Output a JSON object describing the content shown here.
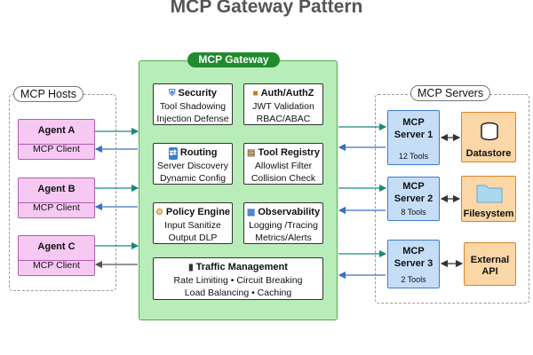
{
  "title": "MCP Gateway Pattern",
  "hosts": {
    "label": "MCP Hosts",
    "agents": [
      {
        "name": "Agent A",
        "client": "MCP Client"
      },
      {
        "name": "Agent B",
        "client": "MCP Client"
      },
      {
        "name": "Agent C",
        "client": "MCP Client"
      }
    ]
  },
  "gateway": {
    "label": "MCP Gateway",
    "cards": {
      "security": {
        "title": "Security",
        "icon": "shield-icon",
        "lines": [
          "Tool Shadowing",
          "Injection Defense"
        ]
      },
      "auth": {
        "title": "Auth/AuthZ",
        "icon": "lock-icon",
        "lines": [
          "JWT Validation",
          "RBAC/ABAC"
        ]
      },
      "routing": {
        "title": "Routing",
        "icon": "routing-icon",
        "lines": [
          "Server Discovery",
          "Dynamic Config"
        ]
      },
      "registry": {
        "title": "Tool Registry",
        "icon": "clipboard-icon",
        "lines": [
          "Allowlist Filter",
          "Collision Check"
        ]
      },
      "policy": {
        "title": "Policy Engine",
        "icon": "gears-icon",
        "lines": [
          "Input Sanitize",
          "Output DLP"
        ]
      },
      "observability": {
        "title": "Observability",
        "icon": "chart-icon",
        "lines": [
          "Logging /Tracing",
          "Metrics/Alerts"
        ]
      },
      "traffic": {
        "title": "Traffic Management",
        "icon": "traffic-light-icon",
        "lines": [
          "Rate Limiting • Circuit Breaking",
          "Load Balancing • Caching"
        ]
      }
    }
  },
  "servers": {
    "label": "MCP Servers",
    "items": [
      {
        "name_line1": "MCP",
        "name_line2": "Server 1",
        "tools": "12 Tools",
        "resource_line1": "Datastore",
        "resource_line2": "",
        "resource_icon": "database-icon"
      },
      {
        "name_line1": "MCP",
        "name_line2": "Server 2",
        "tools": "8 Tools",
        "resource_line1": "Filesystem",
        "resource_line2": "",
        "resource_icon": "folder-icon"
      },
      {
        "name_line1": "MCP",
        "name_line2": "Server 3",
        "tools": "2 Tools",
        "resource_line1": "External",
        "resource_line2": "API",
        "resource_icon": ""
      }
    ]
  },
  "colors": {
    "agent_fill": "#f6c9f3",
    "gateway_fill": "#b8ecb8",
    "gateway_accent": "#1f8b2c",
    "server_fill": "#c6ddf7",
    "resource_fill": "#fbd6a6",
    "request_arrow": "#1a8a7a",
    "response_arrow": "#3a6fc4"
  }
}
